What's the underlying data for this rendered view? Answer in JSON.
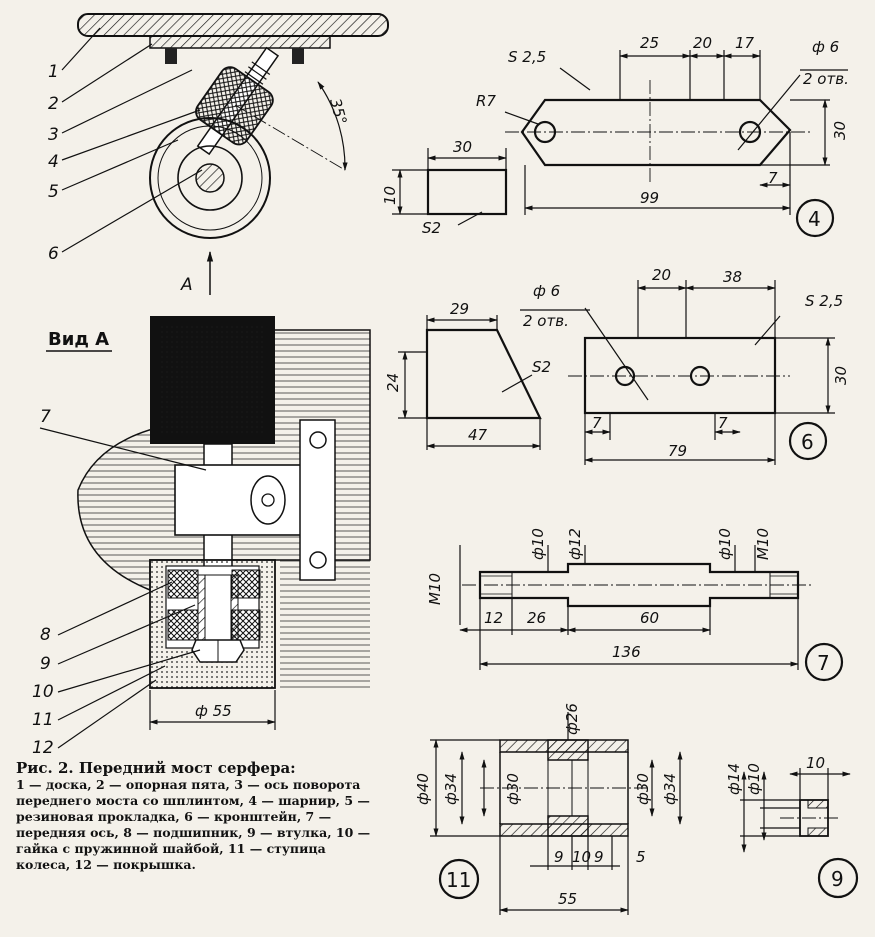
{
  "caption": {
    "title": "Рис. 2. Передний мост серфера:",
    "body": "1 — доска, 2 — опорная пята, 3 — ось поворота переднего моста со шплинтом, 4 — шарнир, 5 — резиновая прокладка, 6 — кронштейн, 7 — передняя ось, 8 — подшипник, 9 — втулка, 10 — гайка с пружинной шайбой, 11 — ступица колеса, 12 — покрышка."
  },
  "side_view": {
    "part_numbers": [
      "1",
      "2",
      "3",
      "4",
      "5",
      "6"
    ],
    "angle": "35°",
    "arrow_label": "А"
  },
  "view_a": {
    "title": "Вид А",
    "part_numbers": [
      "7",
      "8",
      "9",
      "10",
      "11",
      "12"
    ],
    "diameter": "ф 55"
  },
  "part4": {
    "number": "4",
    "thickness": "S 2,5",
    "radius": "R7",
    "holes": "ф 6",
    "holes_count": "2 отв.",
    "dims": [
      "25",
      "20",
      "17",
      "30",
      "7",
      "99"
    ],
    "strip": {
      "length": "30",
      "height": "10",
      "thickness": "S2"
    }
  },
  "part6": {
    "number": "6",
    "holes": "ф 6",
    "holes_count": "2 отв.",
    "thickness": "S 2,5",
    "dims": [
      "20",
      "38",
      "30",
      "7",
      "79",
      "7"
    ],
    "wedge": {
      "top": "29",
      "height": "24",
      "bottom": "47",
      "thickness": "S2"
    }
  },
  "part7": {
    "number": "7",
    "labels": [
      "ф10",
      "ф12",
      "ф10",
      "М10",
      "М10"
    ],
    "dims": [
      "12",
      "26",
      "60",
      "136"
    ]
  },
  "part11": {
    "number": "11",
    "labels": [
      "ф26",
      "ф40",
      "ф34",
      "ф30",
      "ф30",
      "ф34"
    ],
    "dims": [
      "9",
      "10",
      "9",
      "5",
      "55"
    ]
  },
  "part9": {
    "number": "9",
    "labels": [
      "ф14",
      "ф10"
    ],
    "dims": [
      "10"
    ]
  }
}
